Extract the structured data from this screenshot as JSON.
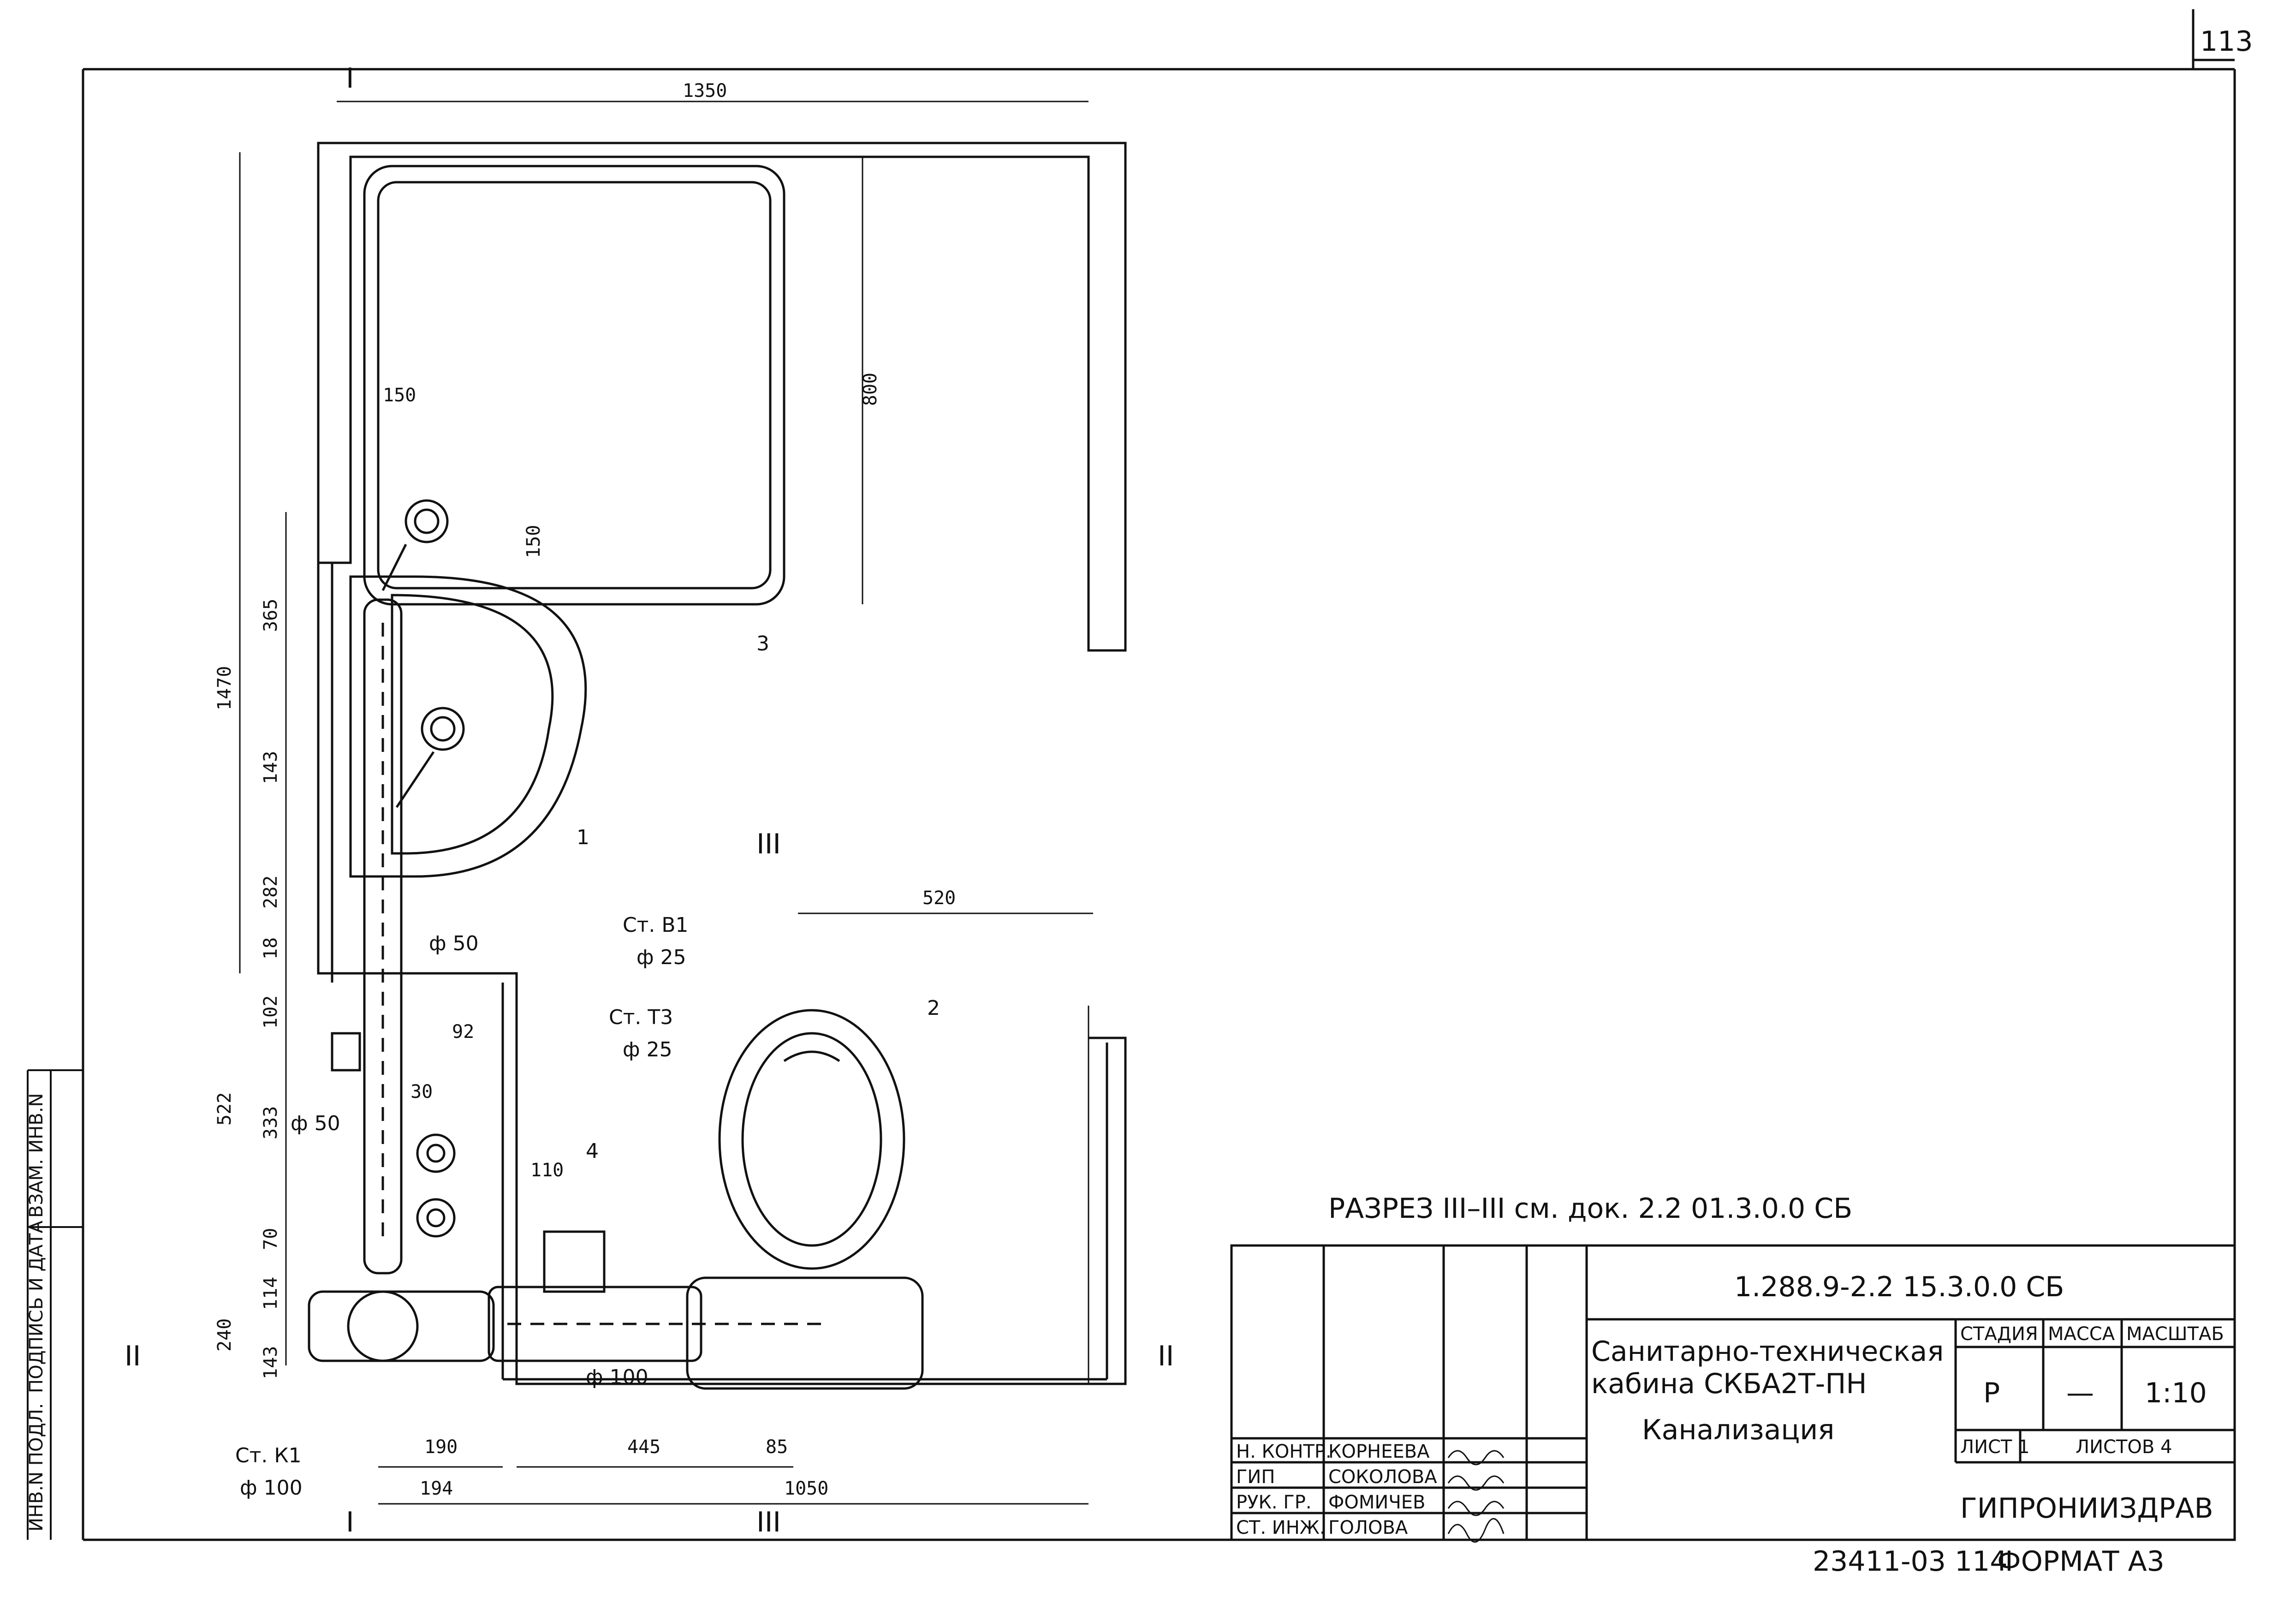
{
  "sheet": {
    "page_number": "113",
    "bottom_code": "23411-03 114",
    "format_label": "ФОРМАТ А3"
  },
  "side_strip": {
    "cell1": "ИНВ.N ПОДЛ.",
    "cell2": "ПОДПИСЬ И ДАТА",
    "cell3": "ВЗАМ. ИНВ.N"
  },
  "drawing": {
    "section_marks": {
      "s1": "I",
      "s2": "II",
      "s3": "III"
    },
    "dims": {
      "d1350": "1350",
      "d800": "800",
      "d1470": "1470",
      "d150a": "150",
      "d150b": "150",
      "d365": "365",
      "d143a": "143",
      "d282": "282",
      "d18": "18",
      "d102": "102",
      "d522": "522",
      "d333": "333",
      "d70": "70",
      "d240": "240",
      "d114": "114",
      "d143b": "143",
      "d92": "92",
      "d30": "30",
      "d110": "110",
      "d520": "520",
      "d190": "190",
      "d194": "194",
      "d445": "445",
      "d85": "85",
      "d1050": "1050"
    },
    "labels": {
      "n1": "1",
      "n2": "2",
      "n3": "3",
      "n4": "4",
      "phi50a": "ф 50",
      "phi50b": "ф 50",
      "phi100": "ф 100",
      "stv1": "Ст. В1",
      "stv1d": "ф 25",
      "stt3": "Ст. Т3",
      "stt3d": "ф 25",
      "stk1": "Ст. К1",
      "stk1d": "ф 100"
    },
    "section_note": "РАЗРЕЗ III–III   см. док. 2.2 01.3.0.0 СБ"
  },
  "title_block": {
    "doc_code": "1.288.9-2.2 15.3.0.0 СБ",
    "title_line1": "Санитарно-техническая",
    "title_line2": "кабина СКБА2Т-ПН",
    "title_line3": "Канализация",
    "hdr_stage": "СТАДИЯ",
    "hdr_mass": "МАССА",
    "hdr_scale": "МАСШТАБ",
    "stage": "Р",
    "mass": "—",
    "scale": "1:10",
    "sheet": "ЛИСТ 1",
    "sheets": "ЛИСТОВ 4",
    "org": "ГИПРОНИИЗДРАВ",
    "roles": [
      "Н. КОНТР.",
      "ГИП",
      "РУК. ГР.",
      "СТ. ИНЖ."
    ],
    "names": [
      "КОРНЕЕВА",
      "СОКОЛОВА",
      "ФОМИЧЕВ",
      "ГОЛОВА"
    ]
  }
}
